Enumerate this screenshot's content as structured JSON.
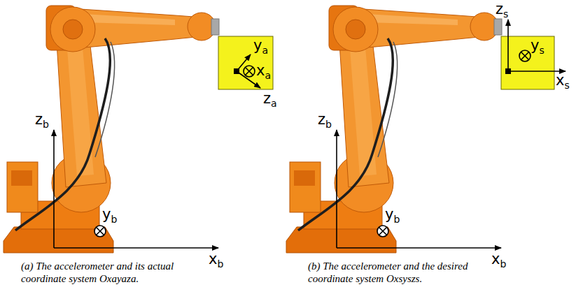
{
  "diagram": {
    "labels": [
      "zb",
      "yb",
      "xb",
      "ya",
      "xa",
      "za",
      "(a) The accelerometer and its actual coordinate system Oxayaza.",
      "zb",
      "yb",
      "xb",
      "zs",
      "ys",
      "xs",
      "(b) The accelerometer and the desired coordinate system Oxsyszs."
    ]
  }
}
